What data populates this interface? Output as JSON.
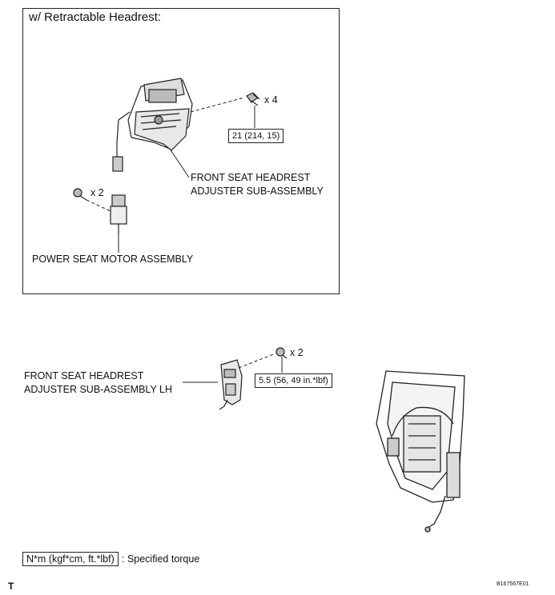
{
  "section": {
    "title": "w/ Retractable Headrest:"
  },
  "top": {
    "adjuster_label_line1": "FRONT SEAT HEADREST",
    "adjuster_label_line2": "ADJUSTER SUB-ASSEMBLY",
    "motor_label": "POWER SEAT MOTOR ASSEMBLY",
    "bolt_qty": "x 4",
    "bolt_torque": "21 (214, 15)",
    "screw_qty": "x 2"
  },
  "bottom": {
    "adjuster_label_line1": "FRONT SEAT HEADREST",
    "adjuster_label_line2": "ADJUSTER SUB-ASSEMBLY LH",
    "bolt_qty": "x 2",
    "bolt_torque": "5.5 (56, 49 in.*lbf)"
  },
  "legend": {
    "box_text": "N*m (kgf*cm, ft.*lbf)",
    "description": ": Specified torque"
  },
  "footer": {
    "mark": "T",
    "figure_id": "B167567E01"
  }
}
